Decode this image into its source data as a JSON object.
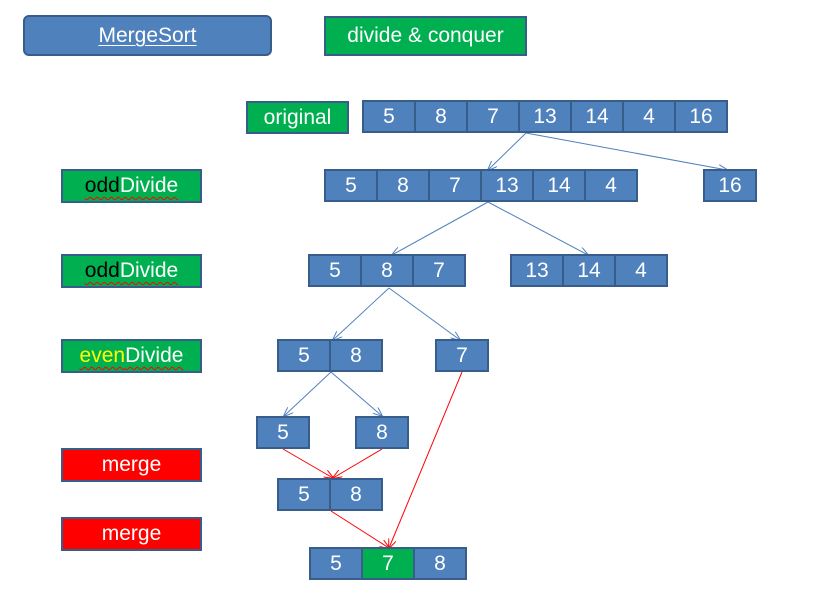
{
  "header": {
    "title": "MergeSort",
    "phase": "divide & conquer"
  },
  "labels": {
    "original": "original",
    "odd_prefix": "odd",
    "even_prefix": "even",
    "divide_suffix": "Divide",
    "merge": "merge"
  },
  "arrays": {
    "original": [
      "5",
      "8",
      "7",
      "13",
      "14",
      "4",
      "16"
    ],
    "l1_left": [
      "5",
      "8",
      "7",
      "13",
      "14",
      "4"
    ],
    "l1_right": [
      "16"
    ],
    "l2_left": [
      "5",
      "8",
      "7"
    ],
    "l2_right": [
      "13",
      "14",
      "4"
    ],
    "l3_left": [
      "5",
      "8"
    ],
    "l3_right": [
      "7"
    ],
    "l4_left": [
      "5"
    ],
    "l4_right": [
      "8"
    ],
    "merged_1": [
      "5",
      "8"
    ],
    "merged_2": [
      "5",
      "7",
      "8"
    ]
  },
  "highlight": {
    "merged_2_index": 1
  },
  "colors": {
    "cell_fill": "#4f81bd",
    "cell_border": "#385d8a",
    "label_green": "#00b050",
    "label_red": "#ff0000",
    "divide_arrow": "#4f81bd",
    "merge_arrow": "#ff0000",
    "odd_text": "#000000",
    "even_text": "#ffff00"
  }
}
